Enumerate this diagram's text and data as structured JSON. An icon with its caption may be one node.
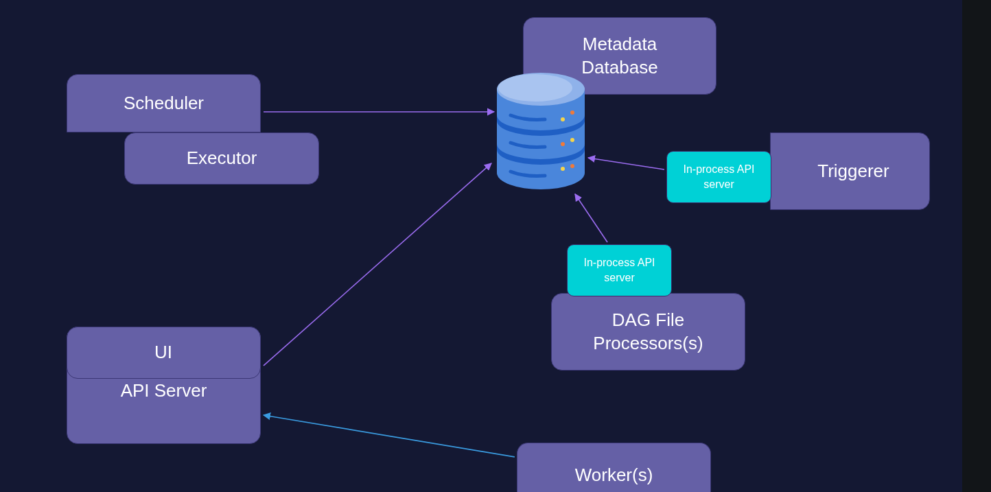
{
  "diagram": {
    "nodes": [
      {
        "text": [
          "Metadata Database"
        ]
      },
      {
        "text": [
          "Scheduler"
        ]
      },
      {
        "text": [
          "Executor"
        ]
      },
      {
        "text": [],
        "shape": "cylinder"
      },
      {
        "text": [
          "Triggerer"
        ]
      },
      {
        "text": [
          "In-process API server"
        ]
      },
      {
        "text": [
          "In-process API server"
        ]
      },
      {
        "text": [
          "DAG File Processors(s)"
        ]
      },
      {
        "text": [
          "API Server"
        ]
      },
      {
        "text": [
          "UI"
        ],
        "in": 8
      },
      {
        "text": [
          "Worker(s)"
        ]
      }
    ],
    "edges": [
      {
        "from": 1,
        "to": 3,
        "arrow": "to"
      },
      {
        "from": 8,
        "to": 3,
        "arrow": "to"
      },
      {
        "from": 5,
        "to": 3,
        "arrow": "to"
      },
      {
        "from": 6,
        "to": 3,
        "arrow": "to"
      },
      {
        "from": 10,
        "to": 8,
        "arrow": "to",
        "color": "#3a9be0"
      }
    ]
  }
}
